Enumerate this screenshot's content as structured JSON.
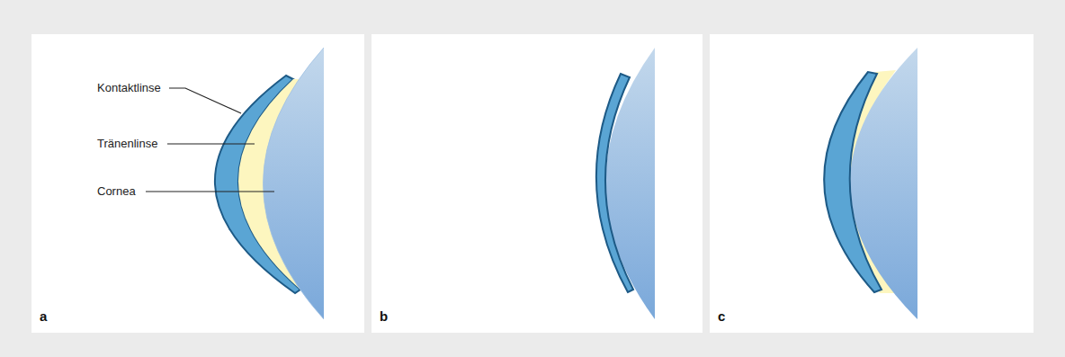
{
  "diagram": {
    "labels": [
      "Kontaktlinse",
      "Tränenlinse",
      "Cornea",
      "a",
      "b",
      "c"
    ]
  }
}
